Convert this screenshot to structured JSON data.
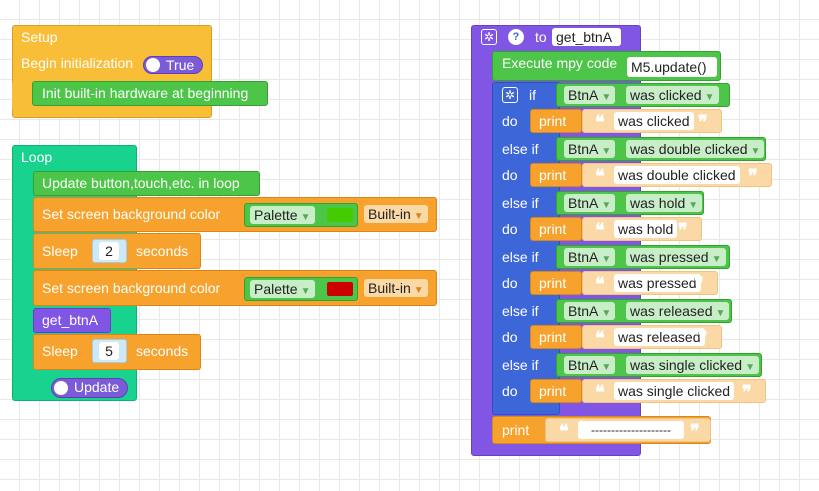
{
  "setup": {
    "title": "Setup",
    "begin_label": "Begin initialization",
    "begin_toggle": "True",
    "init_label": "Init built-in hardware at beginning"
  },
  "loop": {
    "title": "Loop",
    "update_label": "Update button,touch,etc. in loop",
    "set_bg_1": {
      "label": "Set screen background color",
      "palette": "Palette",
      "color": "#44cc00",
      "builtin": "Built-in"
    },
    "sleep_1": {
      "label": "Sleep",
      "value": "2",
      "unit": "seconds"
    },
    "set_bg_2": {
      "label": "Set screen background color",
      "palette": "Palette",
      "color": "#cc0000",
      "builtin": "Built-in"
    },
    "call_label": "get_btnA",
    "sleep_2": {
      "label": "Sleep",
      "value": "5",
      "unit": "seconds"
    },
    "update_toggle": "Update"
  },
  "func": {
    "to_label": "to",
    "name": "get_btnA",
    "exec_label": "Execute mpy code",
    "exec_code": "M5.update()",
    "if_label": "if",
    "elseif_label": "else if",
    "do_label": "do",
    "print_label": "print",
    "conditions": [
      {
        "button": "BtnA",
        "event": "was clicked",
        "text": "was clicked"
      },
      {
        "button": "BtnA",
        "event": "was double clicked",
        "text": "was double clicked"
      },
      {
        "button": "BtnA",
        "event": "was hold",
        "text": "was hold"
      },
      {
        "button": "BtnA",
        "event": "was pressed",
        "text": "was pressed"
      },
      {
        "button": "BtnA",
        "event": "was released",
        "text": "was released"
      },
      {
        "button": "BtnA",
        "event": "was single clicked",
        "text": "was single clicked"
      }
    ],
    "final_print_text": "--------------------"
  },
  "icons": {
    "gear": "gear-icon",
    "help": "help-icon",
    "dropdown": "chevron-down-icon"
  }
}
